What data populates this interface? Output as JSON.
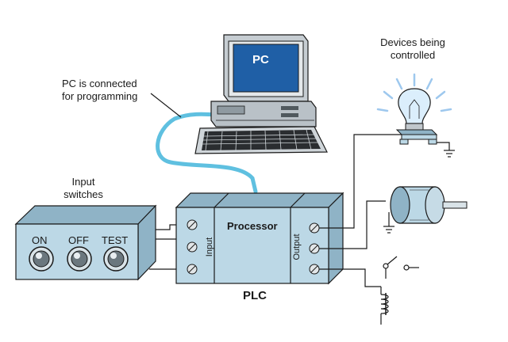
{
  "labels": {
    "pc_screen": "PC",
    "pc_connection": [
      "PC is connected",
      "for programming"
    ],
    "devices": [
      "Devices being",
      "controlled"
    ],
    "input_switches": [
      "Input",
      "switches"
    ],
    "switch_on": "ON",
    "switch_off": "OFF",
    "switch_test": "TEST",
    "processor": "Processor",
    "input_module": "Input",
    "output_module": "Output",
    "plc": "PLC"
  },
  "colors": {
    "module_fill": "#bcd8e6",
    "module_dark": "#8fb3c6",
    "screen_blue": "#1f5fa6",
    "cable_blue": "#5fc0e0",
    "bulb_glow": "#9ec8ee",
    "line": "#1a1a1a"
  }
}
